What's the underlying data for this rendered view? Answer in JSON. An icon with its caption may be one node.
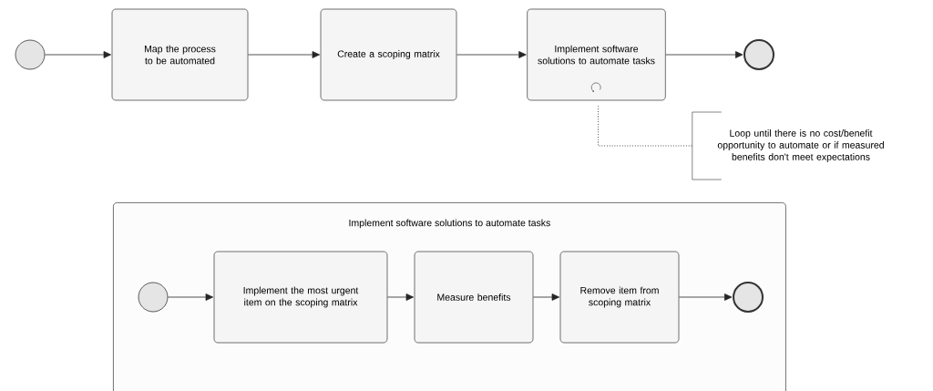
{
  "diagram": {
    "nodes": [
      {
        "text": [],
        "shape": "circle"
      },
      {
        "text": [
          "Map the process to be automated"
        ]
      },
      {
        "text": [
          "Create a scoping matrix"
        ]
      },
      {
        "text": [
          "Implement software solutions to automate tasks"
        ]
      },
      {
        "text": [],
        "shape": "circle"
      },
      {
        "text": [
          "Loop until there is no cost/benefit opportunity to automate or if measured benefits don't meet expectations"
        ]
      },
      {
        "text": [
          "Implement software solutions to automate tasks"
        ]
      },
      {
        "text": [],
        "shape": "circle",
        "in": 6
      },
      {
        "text": [
          "Implement the most urgent item on the scoping matrix"
        ],
        "in": 6
      },
      {
        "text": [
          "Measure benefits"
        ],
        "in": 6
      },
      {
        "text": [
          "Remove item from scoping matrix"
        ],
        "in": 6
      },
      {
        "text": [],
        "shape": "circle",
        "in": 6
      }
    ],
    "edges": [
      {
        "from": 0,
        "to": 1,
        "arrow": "to"
      },
      {
        "from": 1,
        "to": 2,
        "arrow": "to"
      },
      {
        "from": 2,
        "to": 3,
        "arrow": "to"
      },
      {
        "from": 3,
        "to": 4,
        "arrow": "to"
      },
      {
        "from": 3,
        "to": 5,
        "arrow": "none",
        "style": "dashed"
      },
      {
        "from": 7,
        "to": 8,
        "arrow": "to"
      },
      {
        "from": 8,
        "to": 9,
        "arrow": "to"
      },
      {
        "from": 9,
        "to": 10,
        "arrow": "to"
      },
      {
        "from": 10,
        "to": 11,
        "arrow": "to"
      }
    ]
  }
}
